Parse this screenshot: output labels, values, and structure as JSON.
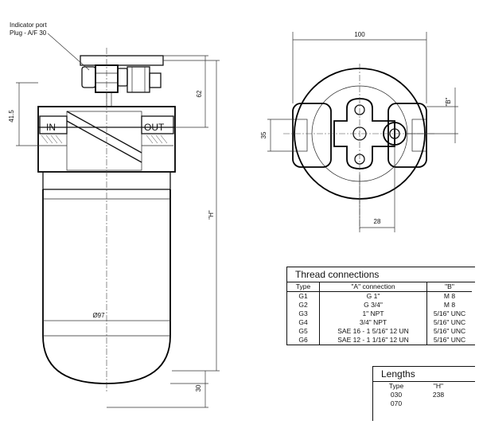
{
  "labels": {
    "indicator_port": "Indicator port",
    "plug": "Plug - A/F 30",
    "inlet": "IN",
    "outlet": "OUT"
  },
  "dimensions": {
    "d_41_5": "41.5",
    "d_62": "62",
    "d_H": "\"H\"",
    "d_dia97": "Ø97",
    "d_30": "30",
    "d_100": "100",
    "d_35": "35",
    "d_B": "\"B\"",
    "d_28": "28"
  },
  "thread_table": {
    "title": "Thread connections",
    "headers": [
      "Type",
      "\"A\" connection",
      "\"B\""
    ],
    "rows": [
      [
        "G1",
        "G 1\"",
        "M 8"
      ],
      [
        "G2",
        "G 3/4\"",
        "M 8"
      ],
      [
        "G3",
        "1\" NPT",
        "5/16\" UNC"
      ],
      [
        "G4",
        "3/4\" NPT",
        "5/16\" UNC"
      ],
      [
        "G5",
        "SAE 16 - 1 5/16\" 12 UN",
        "5/16\" UNC"
      ],
      [
        "G6",
        "SAE 12 - 1 1/16\" 12 UN",
        "5/16\" UNC"
      ]
    ]
  },
  "lengths_table": {
    "title": "Lengths",
    "headers": [
      "Type",
      "\"H\""
    ],
    "rows": [
      [
        "030",
        "238"
      ],
      [
        "070",
        ""
      ]
    ]
  }
}
